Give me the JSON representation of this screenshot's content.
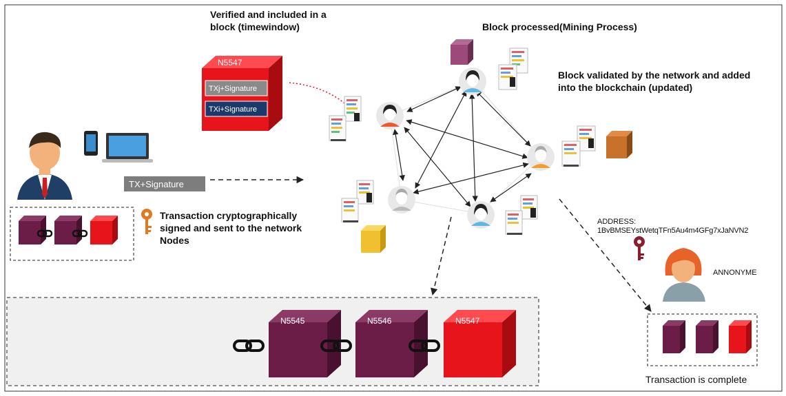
{
  "labels": {
    "verified": "Verified and included in a block (timewindow)",
    "block_processed": "Block processed(Mining Process)",
    "block_validated": "Block validated by the network and added into the blockchain (updated)",
    "tx_signature": "TX+Signature",
    "tx_signed": "Transaction cryptographically signed and sent to the network Nodes",
    "address_title": "ADDRESS:",
    "address_value": "1BvBMSEYstWetqTFn5Au4m4GFg7xJaNVN2",
    "annonyme": "ANNONYME",
    "complete": "Transaction is complete"
  },
  "pending_block": {
    "id": "N5547",
    "tx_top": "TXj+Signature",
    "tx_bottom": "TXi+Signature"
  },
  "chain": [
    {
      "id": "N5545"
    },
    {
      "id": "N5546"
    },
    {
      "id": "N5547"
    }
  ],
  "colors": {
    "maroon": "#6b1c47",
    "red": "#e8141b",
    "gold": "#f0c030",
    "orange": "#c8712a",
    "mauve": "#9b4a7a",
    "panel": "#f0f0f0",
    "tx_box": "#7d7d7d",
    "navy": "#1b3a6b"
  }
}
